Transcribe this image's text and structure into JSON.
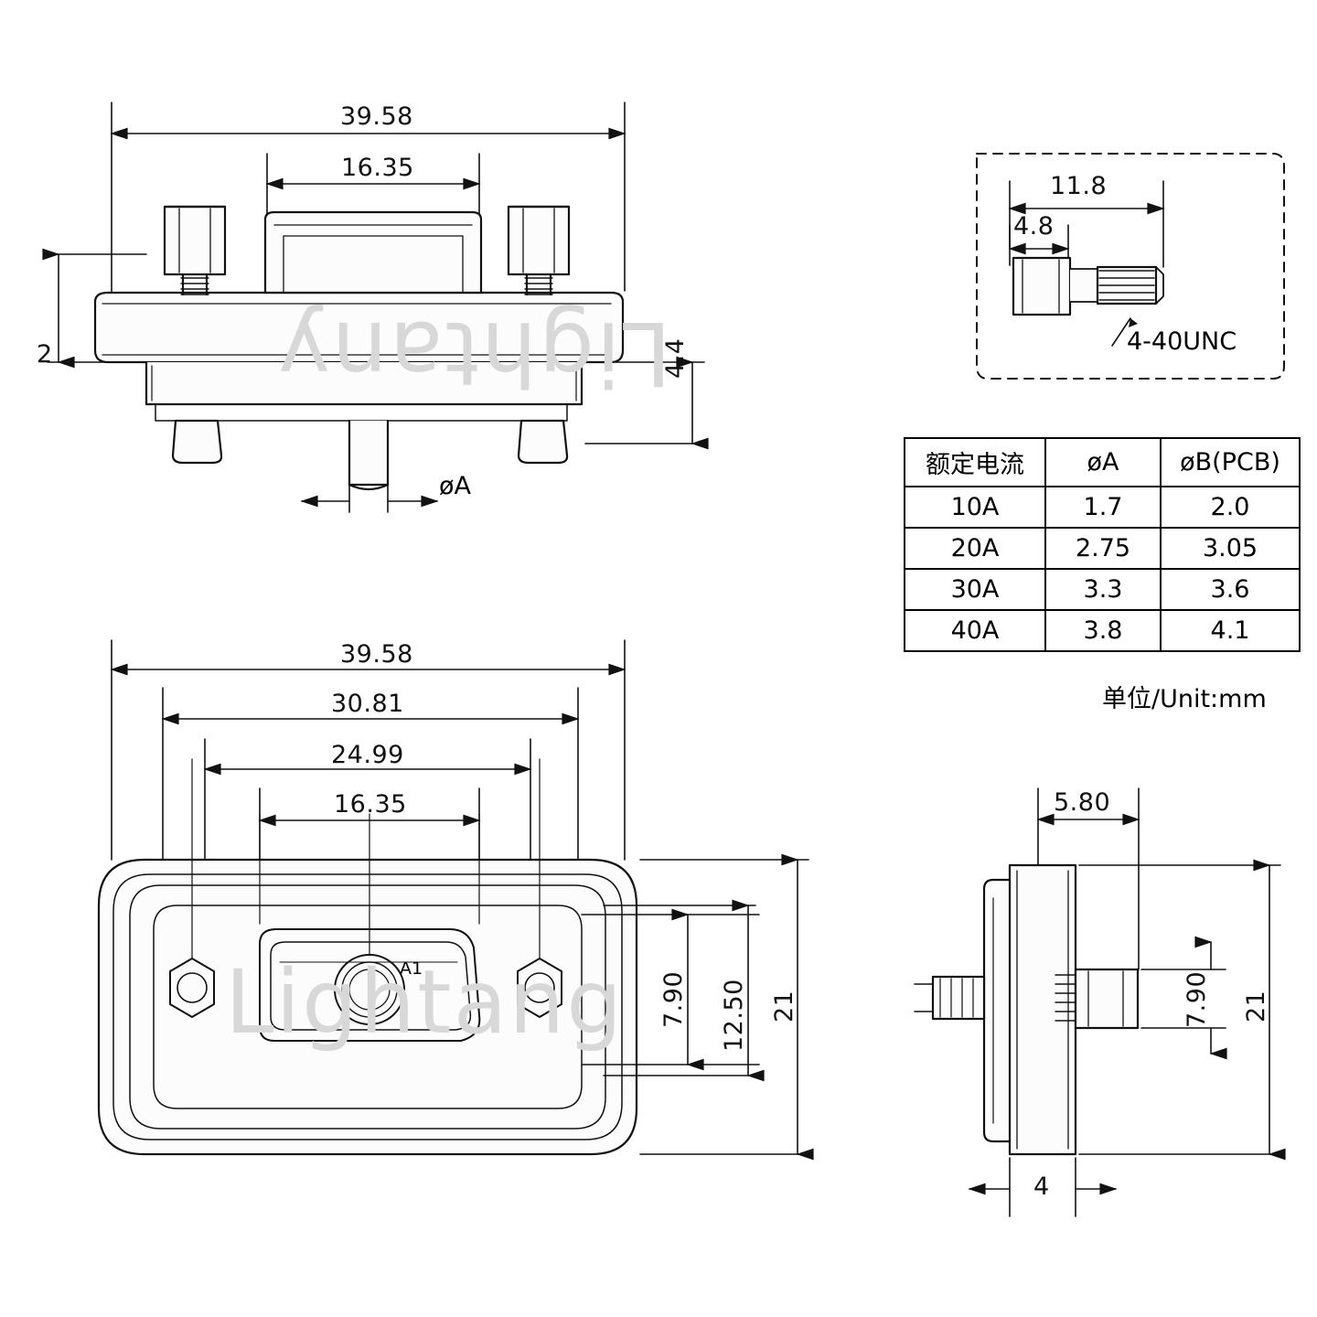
{
  "title": "D-SUB connector mechanical drawing",
  "watermarks": [
    "Lightany",
    "Lightang"
  ],
  "top_view": {
    "width_overall": "39.58",
    "inner_width": "16.35",
    "flange_thickness": "2",
    "body_height": "4.4",
    "pin_label": "øA"
  },
  "front_view": {
    "width_overall": "39.58",
    "dim_30_81": "30.81",
    "dim_24_99": "24.99",
    "dim_16_35": "16.35",
    "dim_7_90": "7.90",
    "dim_12_50": "12.50",
    "dim_21": "21",
    "contact_label": "A1"
  },
  "side_view": {
    "dim_5_80": "5.80",
    "dim_7_90": "7.90",
    "dim_21": "21",
    "dim_4": "4"
  },
  "screw_detail": {
    "length": "11.8",
    "head": "4.8",
    "thread": "4-40UNC"
  },
  "spec_table": {
    "headers": [
      "额定电流",
      "øA",
      "øB(PCB)"
    ],
    "rows": [
      [
        "10A",
        "1.7",
        "2.0"
      ],
      [
        "20A",
        "2.75",
        "3.05"
      ],
      [
        "30A",
        "3.3",
        "3.6"
      ],
      [
        "40A",
        "3.8",
        "4.1"
      ]
    ]
  },
  "unit_note": "单位/Unit:mm",
  "colors": {
    "line": "#1a1a1a",
    "watermark": "#d8d8d8",
    "fill_light": "#fdfdfd"
  }
}
